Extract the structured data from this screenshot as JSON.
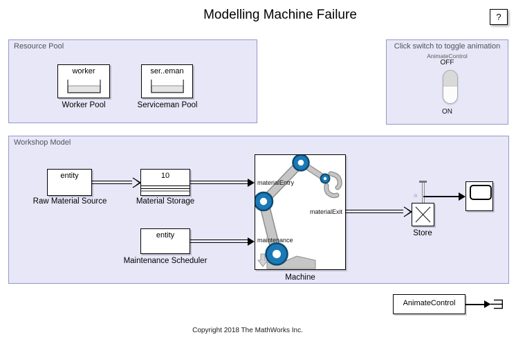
{
  "header": {
    "title": "Modelling Machine Failure",
    "help_label": "?"
  },
  "areas": {
    "resource_pool": {
      "label": "Resource Pool"
    },
    "animation_switch": {
      "label": "Click switch to toggle animation",
      "control_name": "AnimateControl",
      "off": "OFF",
      "on": "ON",
      "state": "OFF"
    },
    "workshop": {
      "label": "Workshop Model"
    }
  },
  "blocks": {
    "worker_pool": {
      "text": "worker",
      "name": "Worker Pool"
    },
    "serviceman_pool": {
      "text": "ser..eman",
      "name": "Serviceman Pool"
    },
    "raw_material_source": {
      "text": "entity",
      "name": "Raw Material Source"
    },
    "material_storage": {
      "text": "10",
      "name": "Material Storage"
    },
    "maintenance_scheduler": {
      "text": "entity",
      "name": "Maintenance Scheduler"
    },
    "machine": {
      "name": "Machine",
      "ports": {
        "entry": "materialEntry",
        "maintenance": "maintenance",
        "exit": "materialExit"
      }
    },
    "store": {
      "name": "Store",
      "signal": "a"
    },
    "animate_control": {
      "name": "AnimateControl"
    }
  },
  "footer": {
    "copyright": "Copyright 2018 The MathWorks Inc."
  },
  "colors": {
    "area_background": "#E7E7F8",
    "area_border": "#9696C6",
    "block_border": "#000000",
    "joint_blue": "#1B79B7",
    "joint_blue_dark": "#0D4A70",
    "arm_gray": "#C6C6C6",
    "switch_gray": "#D9D9D9"
  }
}
